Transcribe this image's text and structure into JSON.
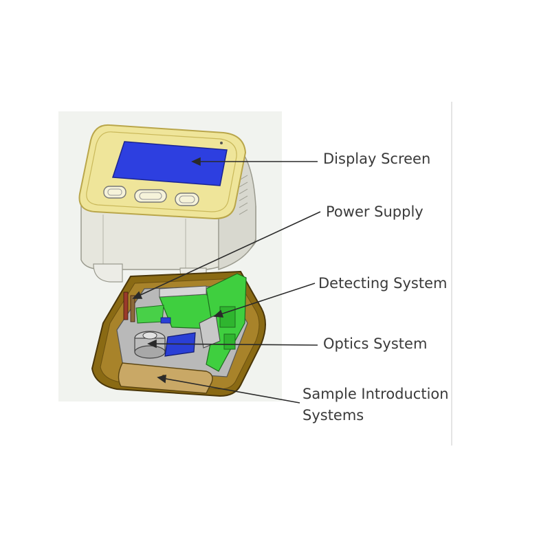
{
  "labels": {
    "display_screen": "Display Screen",
    "power_supply": "Power Supply",
    "detecting_system": "Detecting System",
    "optics_system": "Optics System",
    "sample_line1": "Sample Introduction",
    "sample_line2": "Systems"
  },
  "colors": {
    "bezel": "#efe59a",
    "screen": "#2d3fe0",
    "housing": "#e6e6dd",
    "base": "#8a6a14",
    "pcb": "#3fcf3f",
    "blue_part": "#2a3fd6",
    "leader": "#2a2a2a"
  }
}
